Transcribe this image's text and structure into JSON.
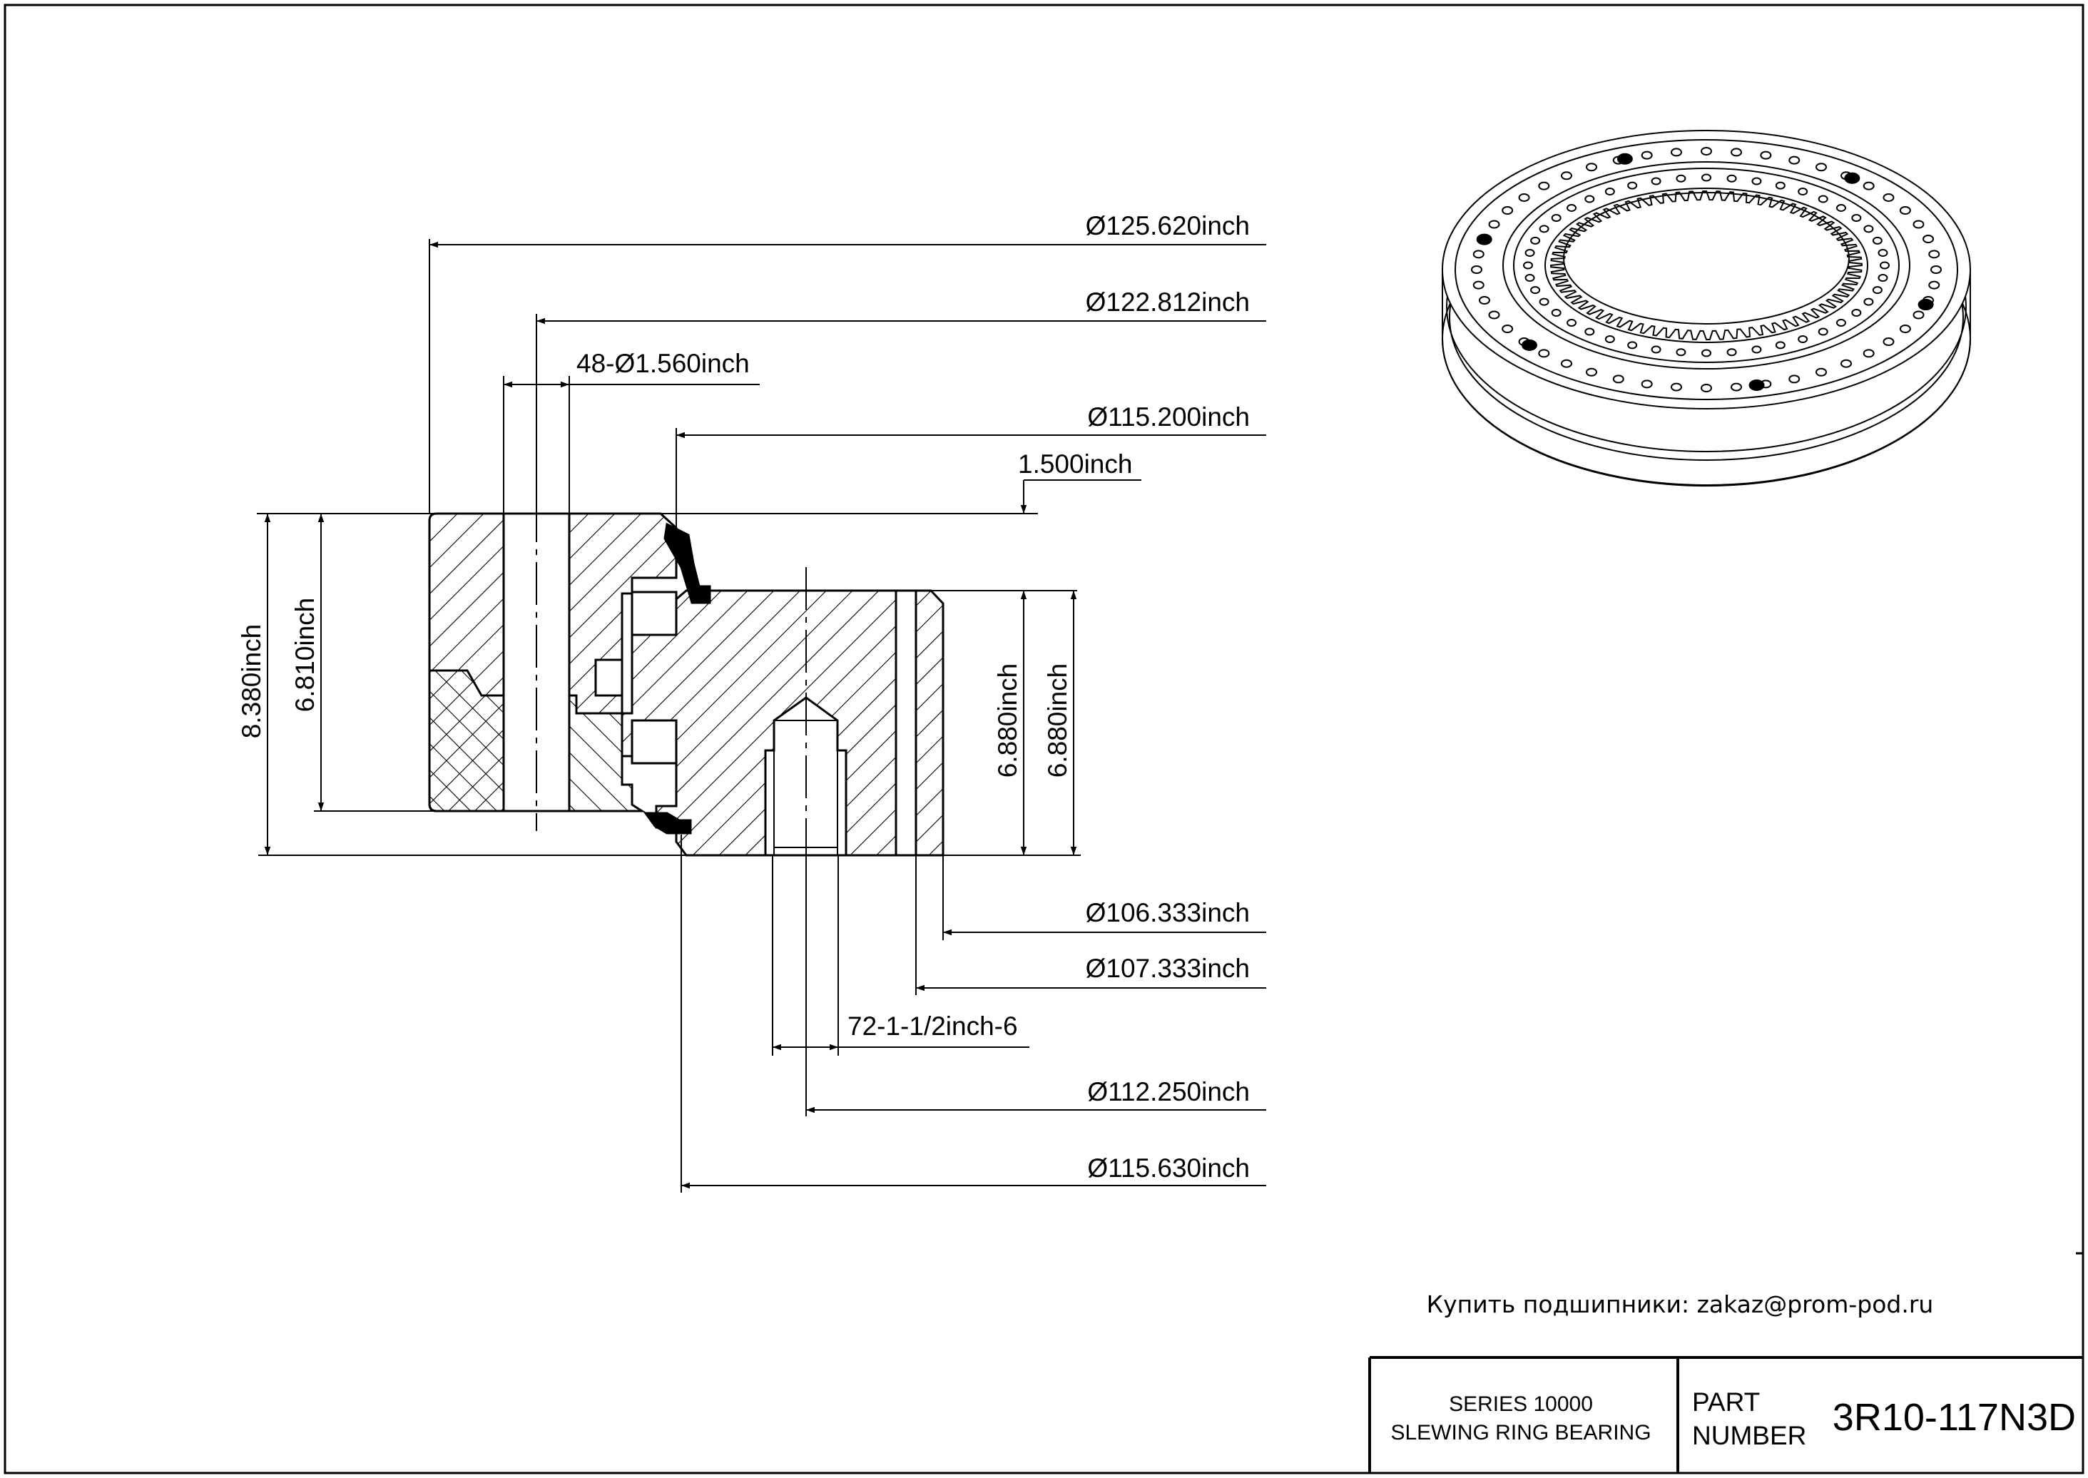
{
  "drawing": {
    "dimensions": {
      "d_125_620": "Ø125.620inch",
      "d_122_812": "Ø122.812inch",
      "holes": "48-Ø1.560inch",
      "d_115_200": "Ø115.200inch",
      "chamfer": "1.500inch",
      "height_8_380": "8.380inch",
      "height_6_810": "6.810inch",
      "height_6_880_a": "6.880inch",
      "height_6_880_b": "6.880inch",
      "d_106_333": "Ø106.333inch",
      "d_107_333": "Ø107.333inch",
      "thread": "72-1-1/2inch-6",
      "d_112_250": "Ø112.250inch",
      "d_115_630": "Ø115.630inch"
    }
  },
  "contact": {
    "text": "Купить подшипники: zakaz@prom-pod.ru"
  },
  "title_block": {
    "series_line1": "SERIES 10000",
    "series_line2": "SLEWING RING BEARING",
    "part_label_line1": "PART",
    "part_label_line2": "NUMBER",
    "part_number": "3R10-117N3D"
  },
  "colors": {
    "line": "#000000",
    "background": "#ffffff"
  }
}
